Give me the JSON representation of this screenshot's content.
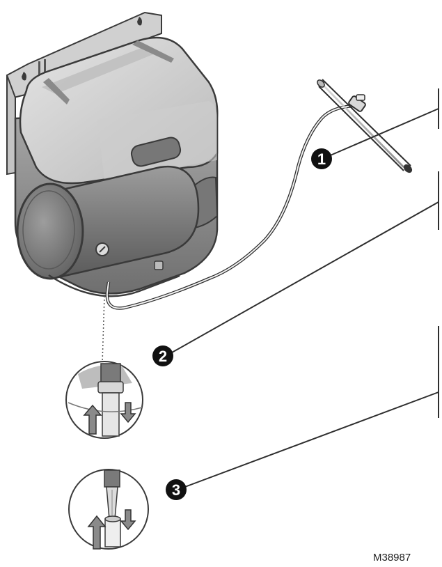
{
  "callouts": [
    {
      "number": "1"
    },
    {
      "number": "2"
    },
    {
      "number": "3"
    }
  ],
  "figure_code": "M38987",
  "colors": {
    "housing_light": "#d2d2d2",
    "housing_mid": "#9a9a9a",
    "housing_dark": "#6e6e6e",
    "plate": "#cfcfcf",
    "outline": "#3a3a3a",
    "callout_fill": "#111111"
  }
}
